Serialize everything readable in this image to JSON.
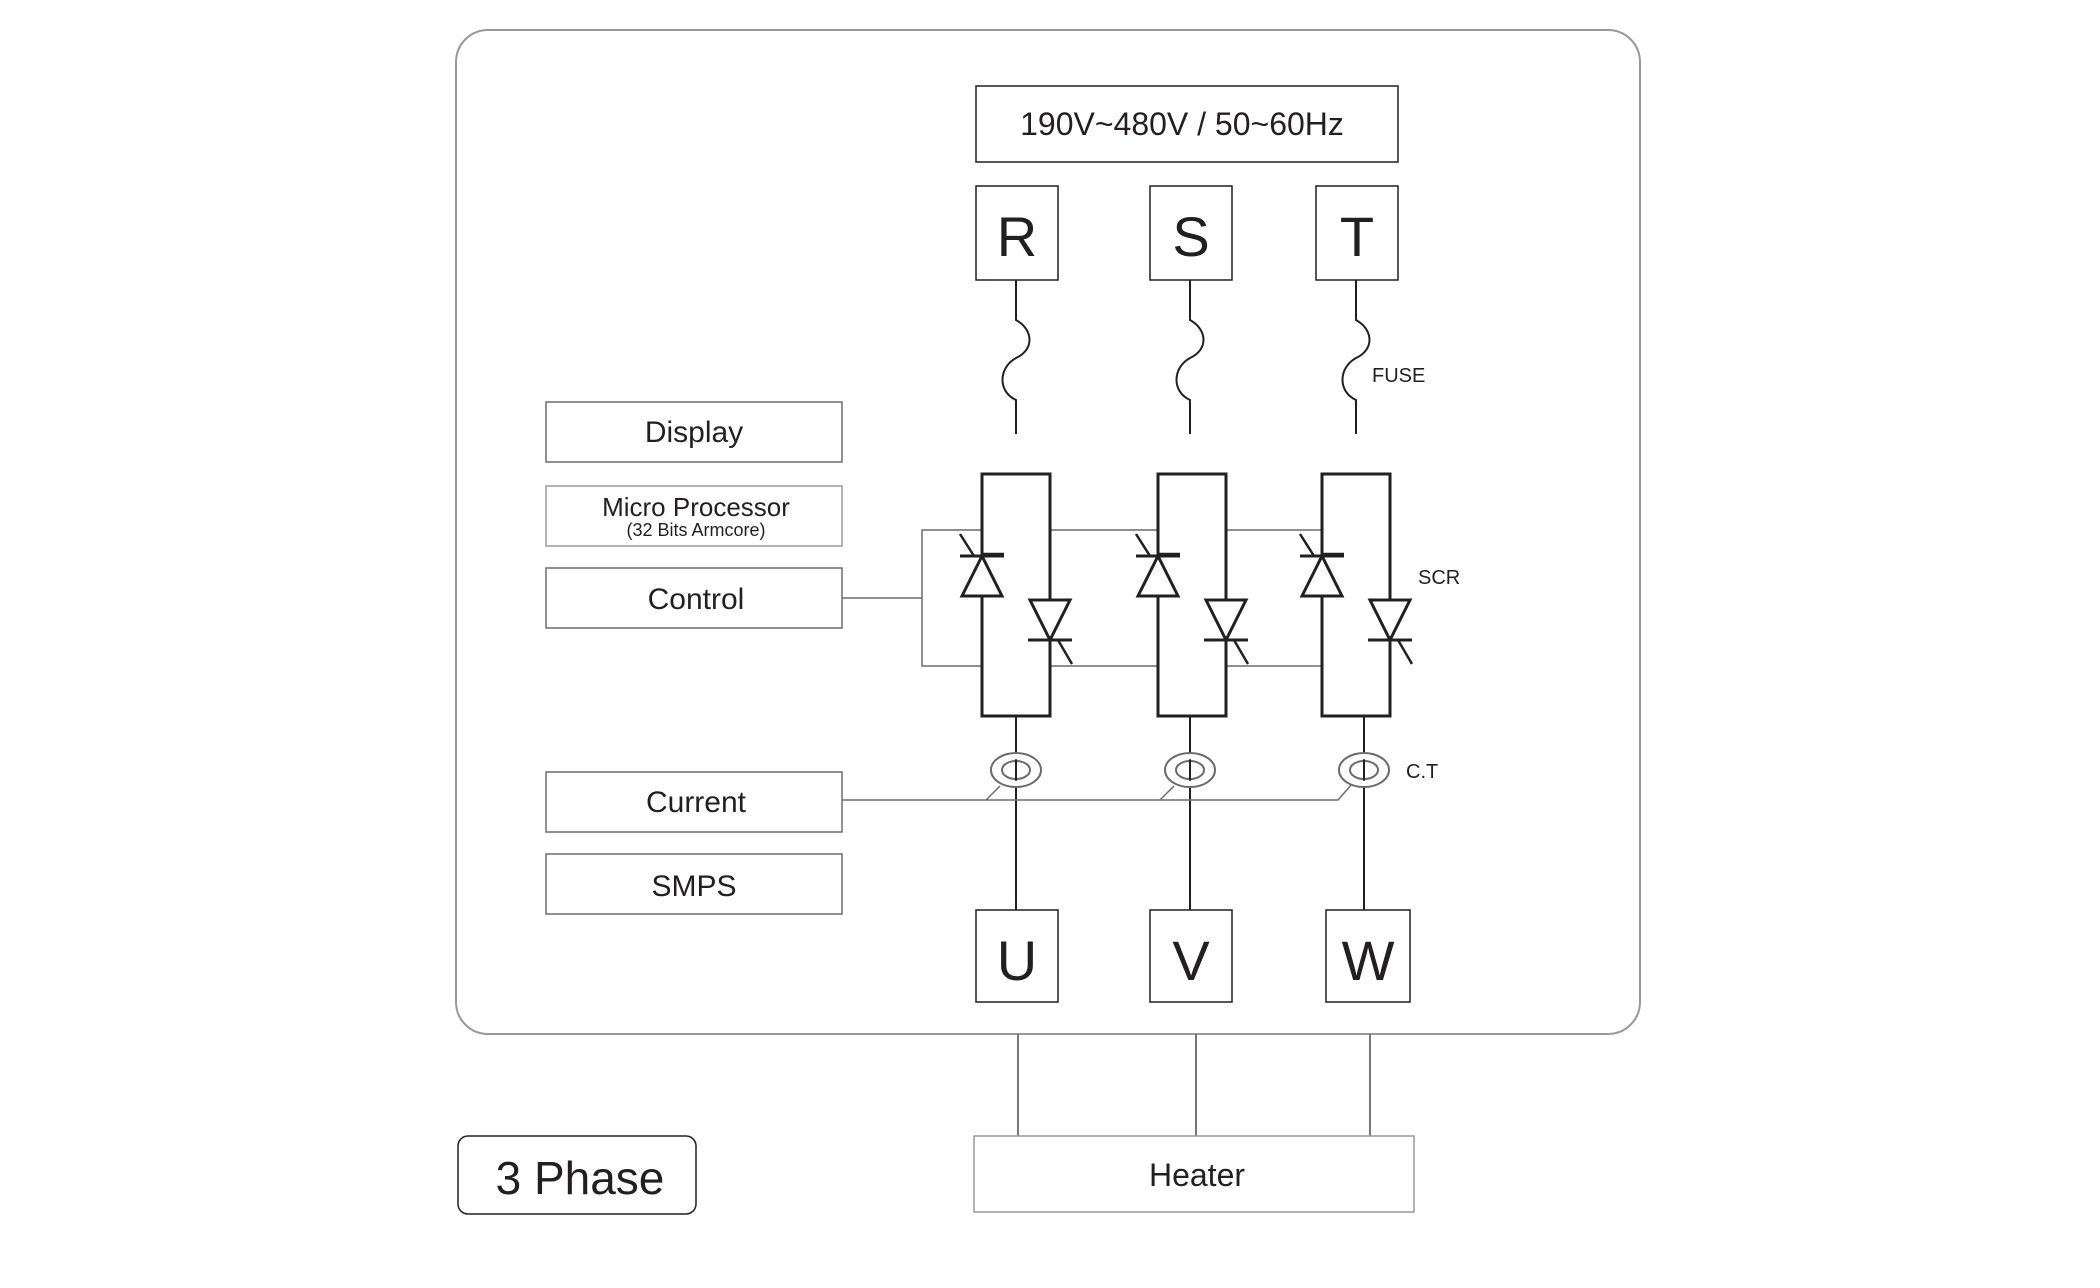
{
  "supply": {
    "label": "190V~480V / 50~60Hz"
  },
  "inputs": {
    "r": "R",
    "s": "S",
    "t": "T"
  },
  "outputs": {
    "u": "U",
    "v": "V",
    "w": "W"
  },
  "annotations": {
    "fuse": "FUSE",
    "scr": "SCR",
    "ct": "C.T"
  },
  "modules": {
    "display": "Display",
    "micro_processor": "Micro Processor",
    "micro_processor_sub": "(32 Bits Armcore)",
    "control": "Control",
    "current": "Current",
    "smps": "SMPS"
  },
  "load": {
    "label": "Heater"
  },
  "phase": {
    "label": "3 Phase"
  }
}
